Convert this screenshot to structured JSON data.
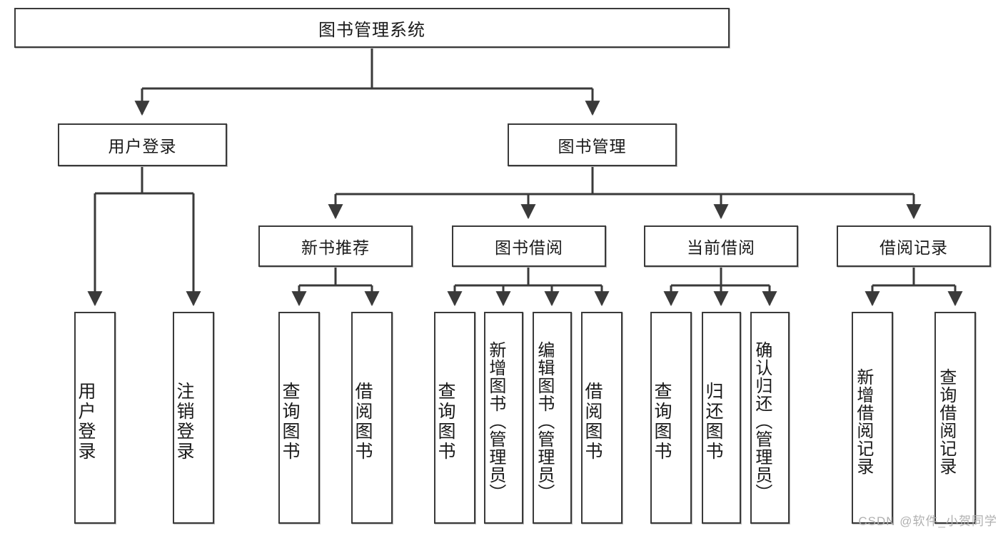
{
  "diagram": {
    "type": "tree",
    "title": "图书管理系统",
    "orientation": "top-down",
    "colors": {
      "box_border": "#3a3a3a",
      "box_fill": "#ffffff",
      "edge": "#3a3a3a",
      "text": "#1a1a1a",
      "watermark": "#b0b0b0"
    },
    "root": {
      "label": "图书管理系统"
    },
    "level2": [
      {
        "id": "user-login",
        "label": "用户登录"
      },
      {
        "id": "book-management",
        "label": "图书管理"
      }
    ],
    "level3": [
      {
        "id": "new-book-recommend",
        "label": "新书推荐"
      },
      {
        "id": "book-borrow",
        "label": "图书借阅"
      },
      {
        "id": "current-borrow",
        "label": "当前借阅"
      },
      {
        "id": "borrow-record",
        "label": "借阅记录"
      }
    ],
    "leaves": {
      "user_login": [
        {
          "id": "leaf-user-login",
          "label": "用户登录"
        },
        {
          "id": "leaf-logout",
          "label": "注销登录"
        }
      ],
      "new_book_recommend": [
        {
          "id": "leaf-query-book-1",
          "label": "查询图书"
        },
        {
          "id": "leaf-borrow-book-1",
          "label": "借阅图书"
        }
      ],
      "book_borrow": [
        {
          "id": "leaf-query-book-2",
          "label": "查询图书"
        },
        {
          "id": "leaf-add-book",
          "label": "新增图书（管理员）"
        },
        {
          "id": "leaf-edit-book",
          "label": "编辑图书（管理员）"
        },
        {
          "id": "leaf-borrow-book-2",
          "label": "借阅图书"
        }
      ],
      "current_borrow": [
        {
          "id": "leaf-query-book-3",
          "label": "查询图书"
        },
        {
          "id": "leaf-return-book",
          "label": "归还图书"
        },
        {
          "id": "leaf-confirm-return",
          "label": "确认归还（管理员）"
        }
      ],
      "borrow_record": [
        {
          "id": "leaf-add-record",
          "label": "新增借阅记录"
        },
        {
          "id": "leaf-query-record",
          "label": "查询借阅记录"
        }
      ]
    }
  },
  "watermark": {
    "text": "CSDN @软件_小贺同学"
  }
}
